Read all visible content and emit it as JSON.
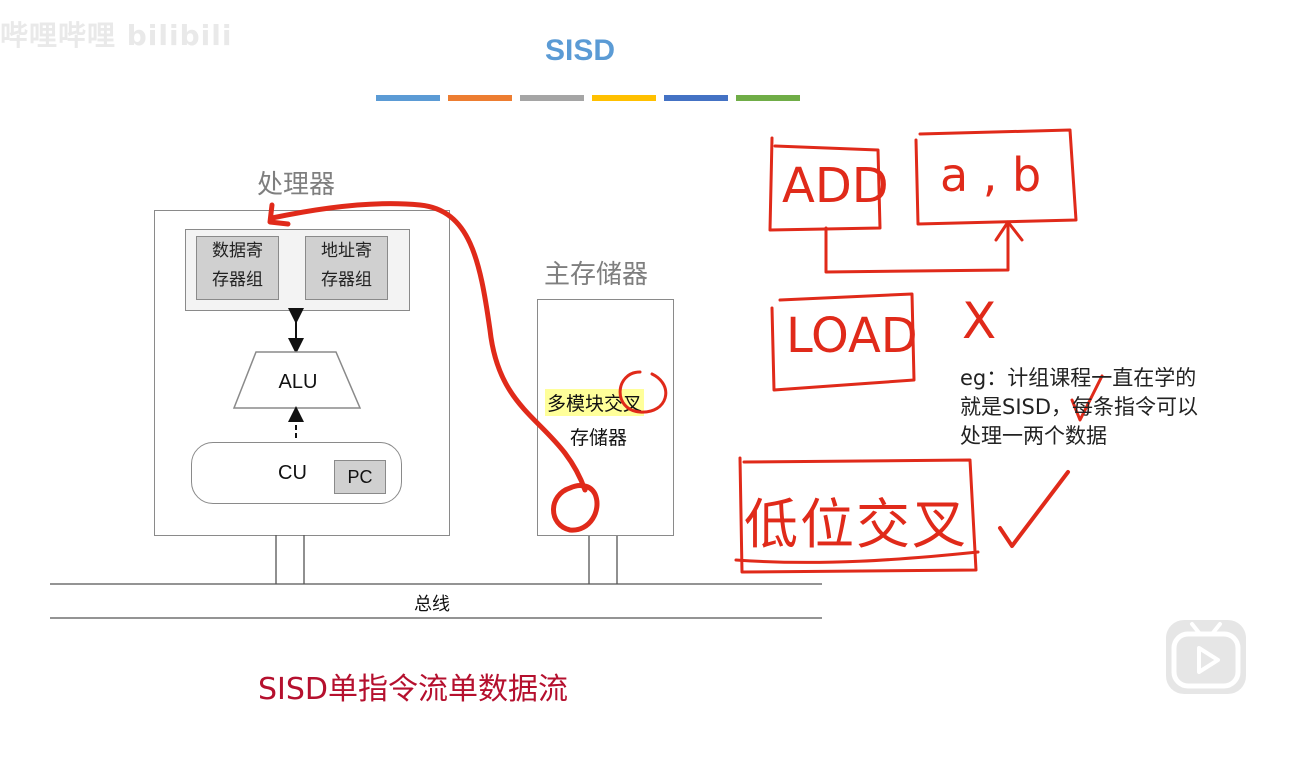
{
  "header": {
    "watermark": "哔哩哔哩 bilibili",
    "title": "SISD",
    "colors": [
      "#5b9bd5",
      "#ed7d31",
      "#a5a5a5",
      "#ffc000",
      "#4472c4",
      "#70ad47"
    ]
  },
  "diagram": {
    "processor_label": "处理器",
    "registers": [
      "数据寄\n存器组",
      "地址寄\n存器组"
    ],
    "alu": "ALU",
    "cu": "CU",
    "pc": "PC",
    "memory_label": "主存储器",
    "memory_lines": [
      "多模块交叉",
      "存储器"
    ],
    "bus": "总线",
    "caption": "SISD单指令流单数据流"
  },
  "annotations": {
    "add": "ADD",
    "operands": "a , b",
    "load": "LOAD",
    "x_mark": "X",
    "note": "eg：计组课程一直在学的\n就是SISD，每条指令可以\n处理一两个数据",
    "low_interleave": "低位交叉"
  },
  "player": {
    "icon": "play-icon"
  },
  "colors": {
    "handwriting": "#e02a1a",
    "caption": "#b5102e",
    "highlight": "#ffff9a"
  }
}
